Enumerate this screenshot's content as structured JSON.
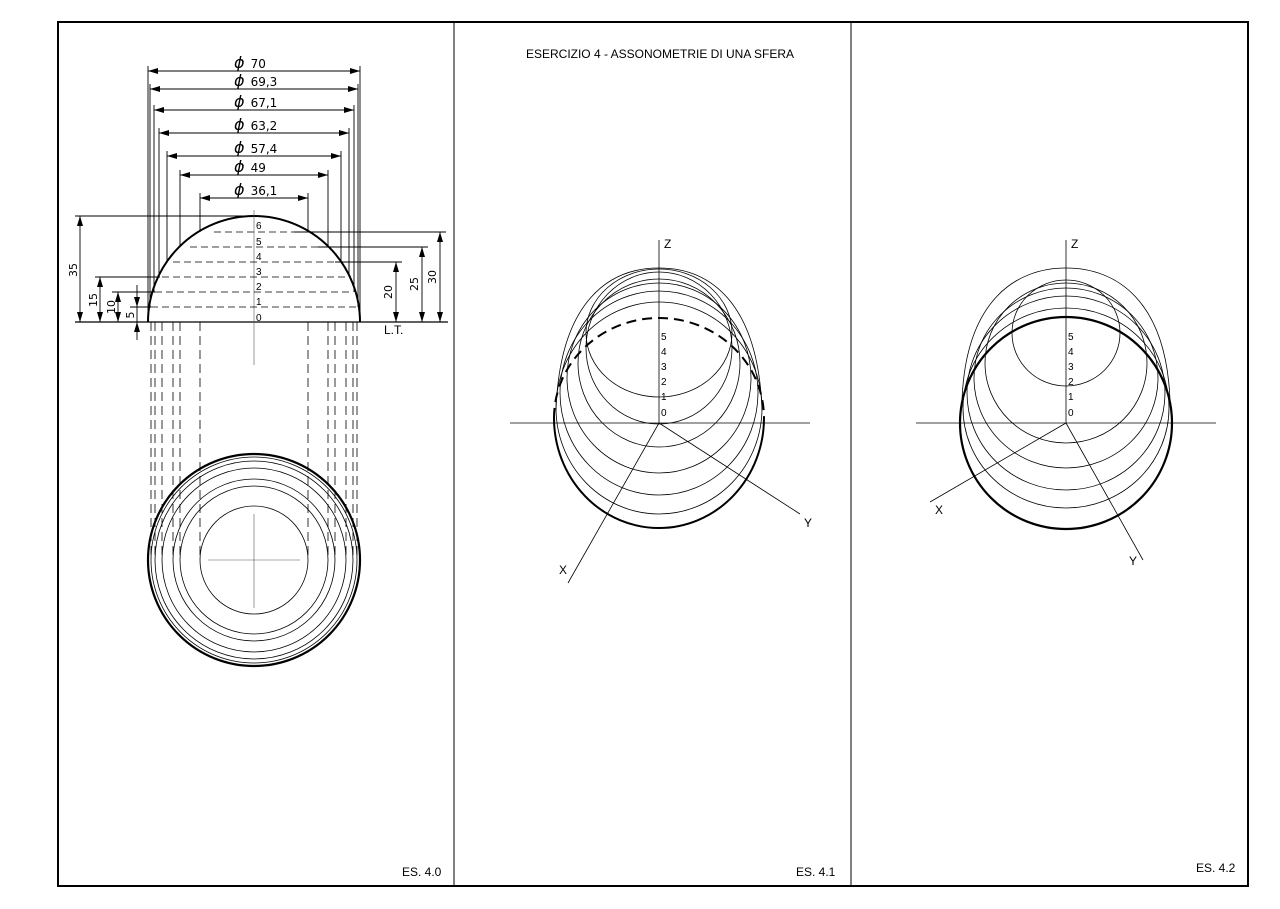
{
  "title": "ESERCIZIO 4 - ASSONOMETRIE DI UNA SFERA",
  "panels": [
    {
      "label": "ES. 4.0"
    },
    {
      "label": "ES. 4.1"
    },
    {
      "label": "ES. 4.2"
    }
  ],
  "section_diameters": [
    {
      "symbol": "ϕ",
      "value": "70"
    },
    {
      "symbol": "ϕ",
      "value": "69,3"
    },
    {
      "symbol": "ϕ",
      "value": "67,1"
    },
    {
      "symbol": "ϕ",
      "value": "63,2"
    },
    {
      "symbol": "ϕ",
      "value": "57,4"
    },
    {
      "symbol": "ϕ",
      "value": "49"
    },
    {
      "symbol": "ϕ",
      "value": "36,1"
    }
  ],
  "level_labels": [
    "0",
    "1",
    "2",
    "3",
    "4",
    "5",
    "6"
  ],
  "left_heights": [
    "35",
    "15",
    "10",
    "5"
  ],
  "right_heights": [
    "20",
    "25",
    "30"
  ],
  "ground_line_label": "L.T.",
  "axis_labels": {
    "x": "X",
    "y": "Y",
    "z": "Z"
  },
  "axo_levels": [
    "0",
    "1",
    "2",
    "3",
    "4",
    "5"
  ]
}
